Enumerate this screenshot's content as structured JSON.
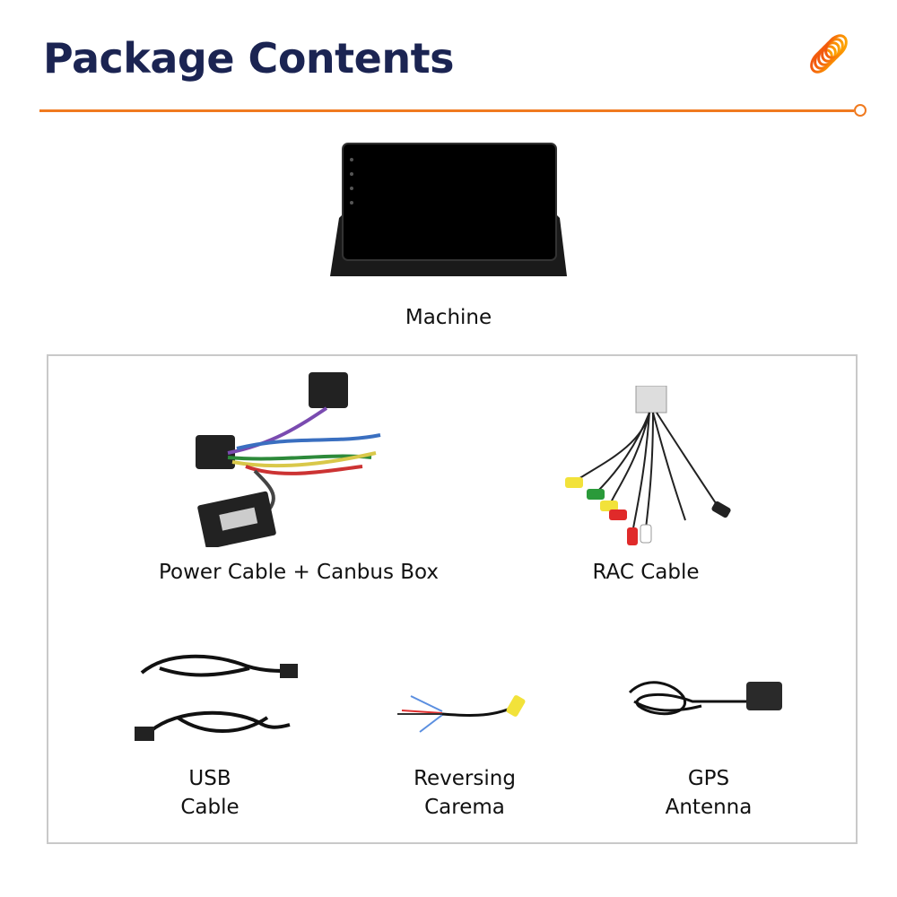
{
  "header": {
    "title": "Package Contents",
    "logo_icon": "orange-coil-logo-icon",
    "accent_color": "#f07a1f",
    "title_color": "#1b2452"
  },
  "items": [
    {
      "label": "Machine"
    },
    {
      "label": "Power Cable + Canbus Box"
    },
    {
      "label": "RAC Cable"
    },
    {
      "label_line1": "USB",
      "label_line2": "Cable"
    },
    {
      "label_line1": "Reversing",
      "label_line2": "Carema"
    },
    {
      "label_line1": "GPS",
      "label_line2": "Antenna"
    }
  ]
}
